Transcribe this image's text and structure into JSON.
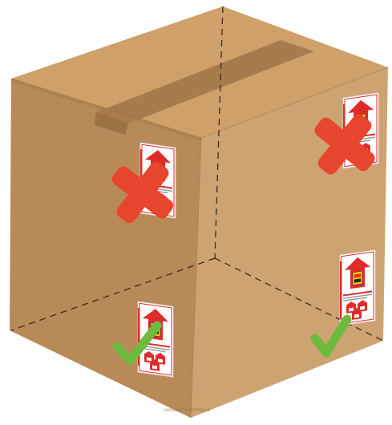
{
  "image": {
    "subject": "cardboard-box-with-tip-indicator-labels",
    "colors": {
      "box_top": "#cfa06a",
      "box_left": "#b88a58",
      "box_right": "#cda371",
      "tape": "#a67c4d",
      "edge_dash": "#3a2a1a",
      "cross": "#e8452e",
      "check": "#6dba3f",
      "label_red": "#e02b2b",
      "label_bg": "#ffffff"
    },
    "labels": [
      {
        "placement": "left-face-top",
        "status": "incorrect",
        "marker": "cross-icon"
      },
      {
        "placement": "right-face-top",
        "status": "incorrect",
        "marker": "cross-icon"
      },
      {
        "placement": "left-face-bottom",
        "status": "correct",
        "marker": "check-icon"
      },
      {
        "placement": "right-face-bottom",
        "status": "correct",
        "marker": "check-icon"
      }
    ],
    "caption": "COPYRIGHT © SPOTSEE.IO"
  }
}
